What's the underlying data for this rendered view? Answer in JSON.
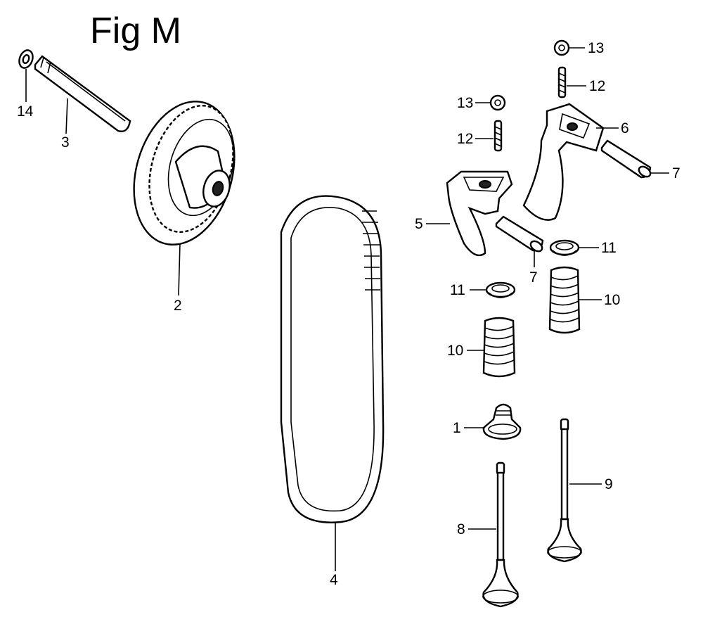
{
  "figure": {
    "title": "Fig M"
  },
  "callouts": [
    {
      "id": "c14",
      "text": "14"
    },
    {
      "id": "c3",
      "text": "3"
    },
    {
      "id": "c2",
      "text": "2"
    },
    {
      "id": "c4",
      "text": "4"
    },
    {
      "id": "c13a",
      "text": "13"
    },
    {
      "id": "c12a",
      "text": "12"
    },
    {
      "id": "c13b",
      "text": "13"
    },
    {
      "id": "c12b",
      "text": "12"
    },
    {
      "id": "c6",
      "text": "6"
    },
    {
      "id": "c7a",
      "text": "7"
    },
    {
      "id": "c5",
      "text": "5"
    },
    {
      "id": "c7b",
      "text": "7"
    },
    {
      "id": "c11a",
      "text": "11"
    },
    {
      "id": "c11b",
      "text": "11"
    },
    {
      "id": "c10a",
      "text": "10"
    },
    {
      "id": "c10b",
      "text": "10"
    },
    {
      "id": "c1",
      "text": "1"
    },
    {
      "id": "c9",
      "text": "9"
    },
    {
      "id": "c8",
      "text": "8"
    }
  ]
}
